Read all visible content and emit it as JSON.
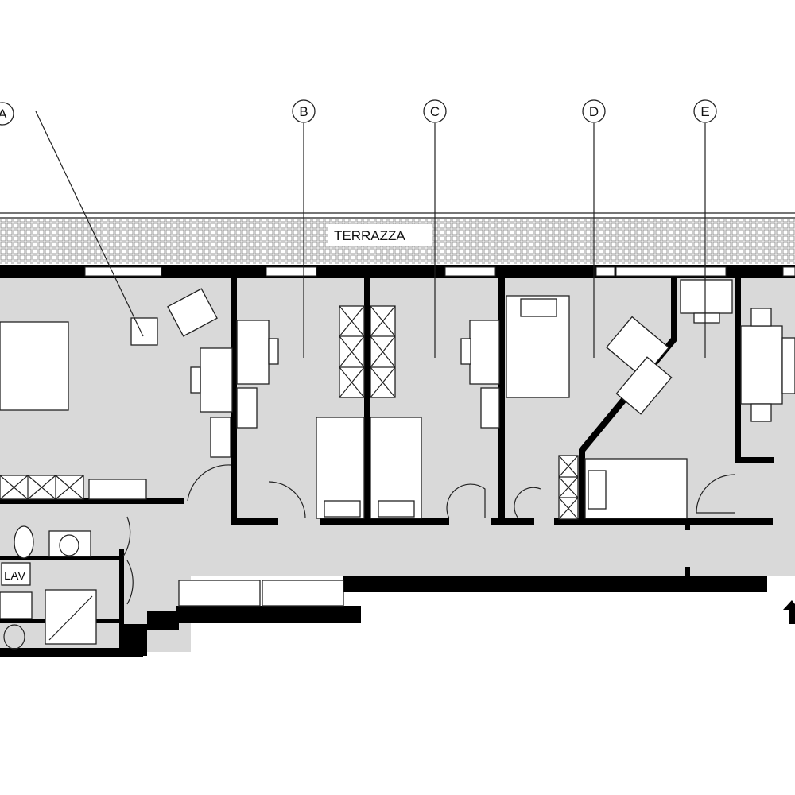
{
  "plan": {
    "terrace_label": "TERRAZZA",
    "bathroom_label": "LAV",
    "markers": [
      {
        "id": "A"
      },
      {
        "id": "B"
      },
      {
        "id": "C"
      },
      {
        "id": "D"
      },
      {
        "id": "E"
      }
    ],
    "colors": {
      "floor": "#d9d9d9",
      "walls": "#000000",
      "furniture": "#ffffff"
    },
    "icons": {
      "entrance": "arrow-up-icon"
    }
  }
}
